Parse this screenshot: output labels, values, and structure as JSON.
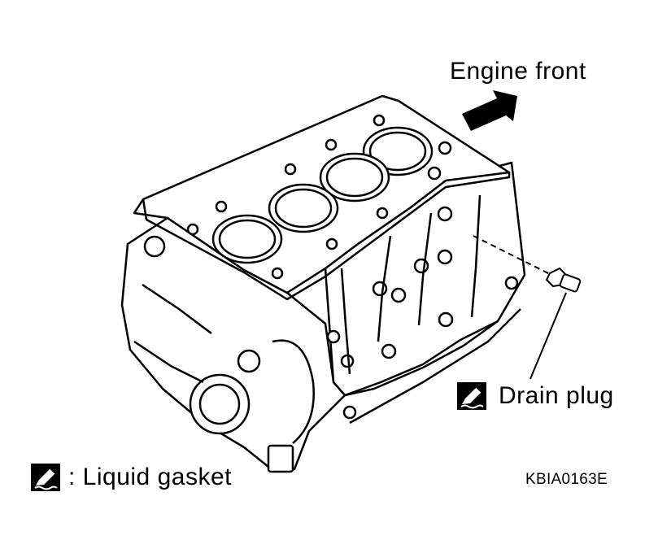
{
  "diagram": {
    "direction_label": "Engine front",
    "callouts": [
      {
        "label": "Drain plug",
        "icon": "liquid-gasket-icon"
      }
    ],
    "legend": {
      "icon": "liquid-gasket-icon",
      "text": ": Liquid gasket"
    },
    "figure_code": "KBIA0163E"
  }
}
